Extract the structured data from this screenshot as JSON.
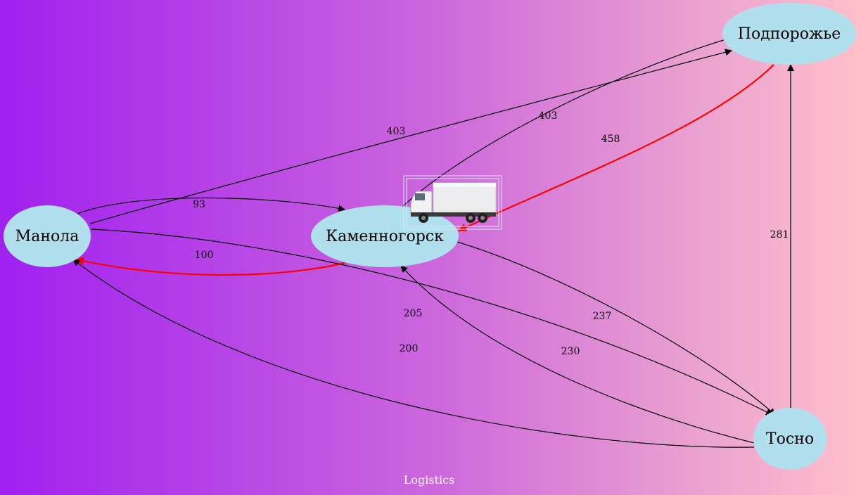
{
  "diagram": {
    "title": "Logistics",
    "colors": {
      "node_fill": "#b0dfee",
      "edge": "#000000",
      "highlight_edge": "#ff0000",
      "title": "#ffffff"
    },
    "nodes": [
      {
        "id": "manola",
        "label": "Манола"
      },
      {
        "id": "kamennogorsk",
        "label": "Каменногорск"
      },
      {
        "id": "podporozhye",
        "label": "Подпорожье"
      },
      {
        "id": "tosno",
        "label": "Тосно"
      }
    ],
    "edges": [
      {
        "id": "e1",
        "from": "Манола",
        "to": "Подпорожье",
        "label": "403",
        "highlight": false
      },
      {
        "id": "e2",
        "from": "Каменногорск",
        "to": "Подпорожье",
        "label": "403",
        "highlight": false
      },
      {
        "id": "e3",
        "from": "Подпорожье",
        "to": "Каменногорск",
        "label": "458",
        "highlight": true
      },
      {
        "id": "e4",
        "from": "Манола",
        "to": "Каменногорск",
        "label": "93",
        "highlight": false
      },
      {
        "id": "e5",
        "from": "Каменногорск",
        "to": "Манола",
        "label": "100",
        "highlight": true
      },
      {
        "id": "e6",
        "from": "Манола",
        "to": "Тосно",
        "label": "205",
        "highlight": false
      },
      {
        "id": "e7",
        "from": "Тосно",
        "to": "Манола",
        "label": "200",
        "highlight": false
      },
      {
        "id": "e8",
        "from": "Каменногорск",
        "to": "Тосно",
        "label": "237",
        "highlight": false
      },
      {
        "id": "e9",
        "from": "Тосно",
        "to": "Каменногорск",
        "label": "230",
        "highlight": false
      },
      {
        "id": "e10",
        "from": "Тосно",
        "to": "Подпорожье",
        "label": "281",
        "highlight": false
      }
    ],
    "vehicle_icon": "truck-icon"
  }
}
